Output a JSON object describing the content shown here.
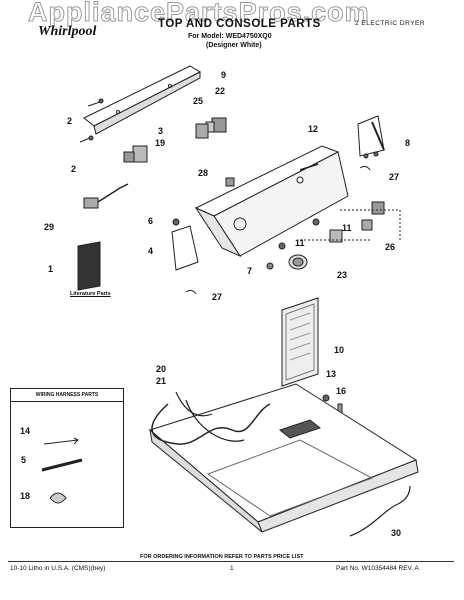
{
  "watermark": "AppliancePartsPros.com",
  "brand": "Whirlpool",
  "header": {
    "title": "TOP AND CONSOLE PARTS",
    "brand_code": "2  ELECTRIC DRYER",
    "model_line": "For Model: WED4750XQ0",
    "color_line": "(Designer White)"
  },
  "callouts": [
    "9",
    "22",
    "25",
    "2",
    "3",
    "19",
    "12",
    "8",
    "2",
    "27",
    "28",
    "6",
    "11",
    "11",
    "26",
    "4",
    "7",
    "23",
    "27",
    "29",
    "1",
    "10",
    "20",
    "13",
    "21",
    "16",
    "14",
    "5",
    "18",
    "30"
  ],
  "literature_label": "Literature Parts",
  "wiring_box": {
    "title": "WIRING HARNESS PARTS"
  },
  "footer": {
    "ordering": "FOR ORDERING INFORMATION REFER TO PARTS PRICE LIST",
    "litho": "10-10 Litho in U.S.A. (CMS)(bey)",
    "page": "1",
    "part_no": "Part No. W10354484 REV. A"
  }
}
